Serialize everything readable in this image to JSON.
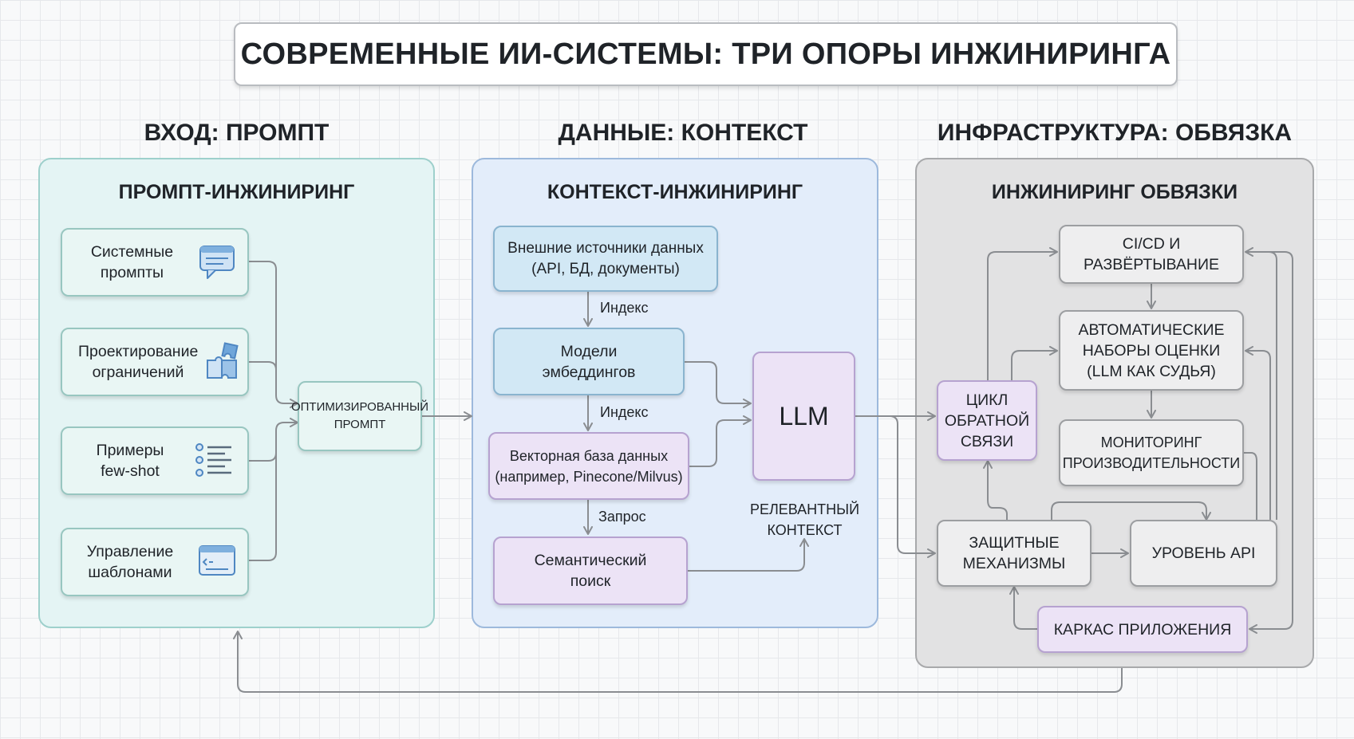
{
  "title": "СОВРЕМЕННЫЕ ИИ-СИСТЕМЫ: ТРИ ОПОРЫ ИНЖИНИРИНГА",
  "columns": {
    "prompt": {
      "heading": "ВХОД: ПРОМПТ",
      "panel_title": "ПРОМПТ-ИНЖИНИРИНГ",
      "nodes": {
        "system_prompts": "Системные\nпромпты",
        "constraint_design": "Проектирование\nограничений",
        "few_shot": "Примеры\nfew-shot",
        "templates": "Управление\nшаблонами",
        "optimized": "ОПТИМИЗИРОВАННЫЙ\nПРОМПТ"
      }
    },
    "context": {
      "heading": "ДАННЫЕ: КОНТЕКСТ",
      "panel_title": "КОНТЕКСТ-ИНЖИНИРИНГ",
      "nodes": {
        "external_sources": "Внешние источники данных\n(API, БД, документы)",
        "embedding_models": "Модели\nэмбеддингов",
        "vector_db": "Векторная база данных\n(например, Pinecone/Milvus)",
        "semantic_search": "Семантический\nпоиск",
        "llm": "LLM",
        "relevant_context": "РЕЛЕВАНТНЫЙ\nКОНТЕКСТ"
      },
      "edge_labels": {
        "index_1": "Индекс",
        "index_2": "Индекс",
        "query": "Запрос"
      }
    },
    "harness": {
      "heading": "ИНФРАСТРУКТУРА: ОБВЯЗКА",
      "panel_title": "ИНЖИНИРИНГ ОБВЯЗКИ",
      "nodes": {
        "cicd": "CI/CD И\nРАЗВЁРТЫВАНИЕ",
        "auto_eval": "АВТОМАТИЧЕСКИЕ\nНАБОРЫ ОЦЕНКИ\n(LLM КАК СУДЬЯ)",
        "monitoring": "МОНИТОРИНГ\nПРОИЗВОДИТЕЛЬНОСТИ",
        "feedback_loop": "ЦИКЛ\nОБРАТНОЙ\nСВЯЗИ",
        "guardrails": "ЗАЩИТНЫЕ\nМЕХАНИЗМЫ",
        "api_layer": "УРОВЕНЬ API",
        "app_framework": "КАРКАС ПРИЛОЖЕНИЯ"
      }
    }
  },
  "icons": {
    "system_prompts": "chat-bubble-icon",
    "constraint_design": "puzzle-icon",
    "few_shot": "list-icon",
    "templates": "code-window-icon"
  },
  "colors": {
    "prompt_panel": "#e4f4f4",
    "context_panel": "#e3edfa",
    "harness_panel": "#e2e2e3",
    "blue_node": "#d2e8f5",
    "purple_node": "#ece3f6",
    "arrow": "#8a8d91"
  }
}
